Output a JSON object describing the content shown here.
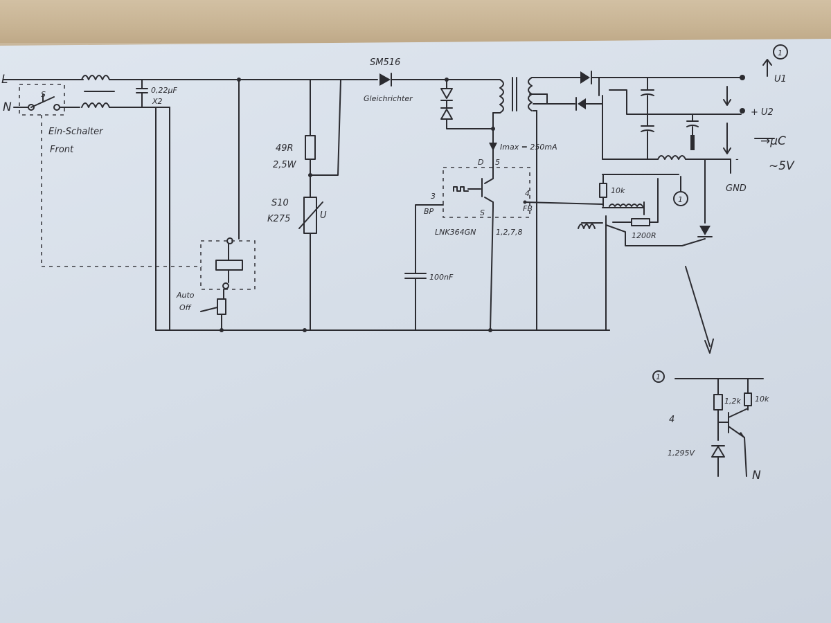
{
  "labels": {
    "line_l": "L",
    "line_n": "N",
    "switch_mark": "S",
    "cap_x2_value": "0,22µF",
    "cap_x2_type": "X2",
    "switch_name": "Ein-Schalter",
    "switch_loc": "Front",
    "resistor_value": "49R",
    "resistor_power": "2,5W",
    "varistor_type": "S10",
    "varistor_rating": "K275",
    "varistor_u": "U",
    "relay_auto": "Auto",
    "relay_off": "Off",
    "rectifier_part": "SM516",
    "rectifier_name": "Gleichrichter",
    "imax": "Imax = 250mA",
    "pin_d": "D",
    "pin_5": "5",
    "pin_3": "3",
    "pin_bp": "BP",
    "pin_s": "S",
    "pin_4": "4",
    "pin_fb": "FB",
    "ic_name": "LNK364GN",
    "pins_s": "1,2,7,8",
    "cap_bp": "100nF",
    "r_10k": "10k",
    "r_1200": "1200R",
    "ref_1_main": "1",
    "ref_1_top": "1",
    "u1": "U1",
    "u2": "+ U2",
    "gnd": "GND",
    "minus": "-",
    "to_uc": "→µC",
    "volt": "~5V",
    "ref_1_detail": "1",
    "detail_r1": "1,2k",
    "detail_r2": "10k",
    "detail_4": "4",
    "detail_zener": "1,295V",
    "detail_n": "N"
  }
}
